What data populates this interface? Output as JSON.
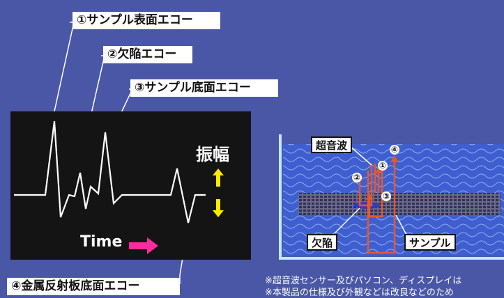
{
  "callouts": {
    "c1": "①サンプル表面エコー",
    "c2": "②欠陥エコー",
    "c3": "③サンプル底面エコー",
    "c4": "④金属反射板底面エコー"
  },
  "oscilloscope": {
    "amplitude_label": "振幅",
    "time_label": "Time",
    "trace_color": "#ffffff",
    "arrow_amplitude_color": "#ffea00",
    "arrow_time_color": "#ff2aa0"
  },
  "tank": {
    "ultrasound_label": "超音波",
    "defect_label": "欠陥",
    "sample_label": "サンプル",
    "path_markers": [
      "①",
      "②",
      "③",
      "④"
    ],
    "water_color": "#3f5fd0",
    "path_color": "#e8582a"
  },
  "notes": {
    "line1": "※超音波センサー及びパソコン、ディスプレイは",
    "line2": "※本製品の仕様及び外観などは改良などのため"
  }
}
